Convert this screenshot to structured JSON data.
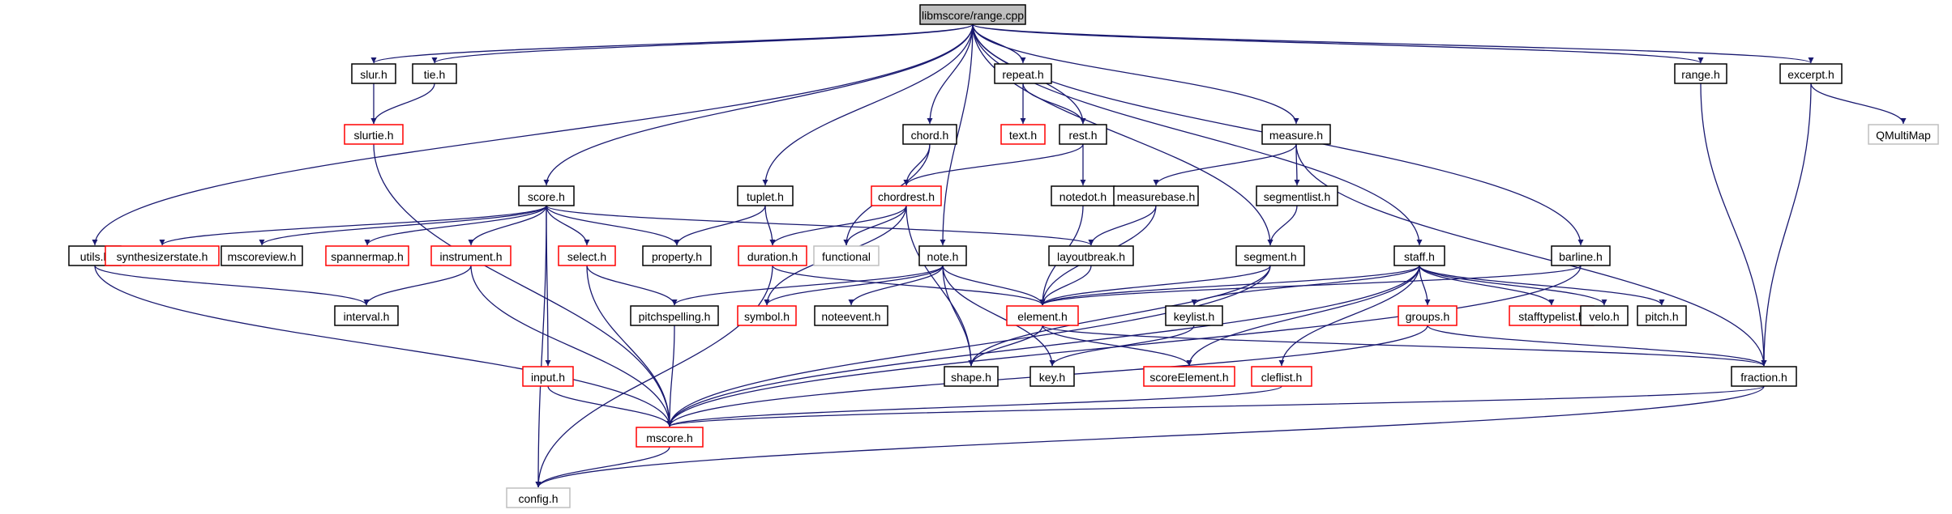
{
  "colors": {
    "edge": "#191970",
    "border_normal": "#000000",
    "border_truncated": "#ff0000",
    "border_external": "#bfbfbf",
    "root_fill": "#bfbfbf",
    "fill": "#ffffff",
    "text": "#000000",
    "text_external": "#000000"
  },
  "nodes": [
    {
      "id": "n_range_cpp",
      "label": "libmscore/range.cpp",
      "kind": "root"
    },
    {
      "id": "n_slur",
      "label": "slur.h",
      "kind": "normal"
    },
    {
      "id": "n_tie",
      "label": "tie.h",
      "kind": "normal"
    },
    {
      "id": "n_slurtie",
      "label": "slurtie.h",
      "kind": "truncated"
    },
    {
      "id": "n_chord",
      "label": "chord.h",
      "kind": "normal"
    },
    {
      "id": "n_repeat",
      "label": "repeat.h",
      "kind": "normal"
    },
    {
      "id": "n_text",
      "label": "text.h",
      "kind": "truncated"
    },
    {
      "id": "n_rest",
      "label": "rest.h",
      "kind": "normal"
    },
    {
      "id": "n_measure",
      "label": "measure.h",
      "kind": "normal"
    },
    {
      "id": "n_range_h",
      "label": "range.h",
      "kind": "normal"
    },
    {
      "id": "n_excerpt",
      "label": "excerpt.h",
      "kind": "normal"
    },
    {
      "id": "n_qmultimap",
      "label": "QMultiMap",
      "kind": "external"
    },
    {
      "id": "n_score",
      "label": "score.h",
      "kind": "normal"
    },
    {
      "id": "n_tuplet",
      "label": "tuplet.h",
      "kind": "normal"
    },
    {
      "id": "n_chordrest",
      "label": "chordrest.h",
      "kind": "truncated"
    },
    {
      "id": "n_notedot",
      "label": "notedot.h",
      "kind": "normal"
    },
    {
      "id": "n_measurebase",
      "label": "measurebase.h",
      "kind": "normal"
    },
    {
      "id": "n_segmentlist",
      "label": "segmentlist.h",
      "kind": "normal"
    },
    {
      "id": "n_utils",
      "label": "utils.h",
      "kind": "normal"
    },
    {
      "id": "n_synth",
      "label": "synthesizerstate.h",
      "kind": "truncated"
    },
    {
      "id": "n_mscoreview",
      "label": "mscoreview.h",
      "kind": "normal"
    },
    {
      "id": "n_spannermap",
      "label": "spannermap.h",
      "kind": "truncated"
    },
    {
      "id": "n_instrument",
      "label": "instrument.h",
      "kind": "truncated"
    },
    {
      "id": "n_select",
      "label": "select.h",
      "kind": "truncated"
    },
    {
      "id": "n_property",
      "label": "property.h",
      "kind": "normal"
    },
    {
      "id": "n_duration",
      "label": "duration.h",
      "kind": "truncated"
    },
    {
      "id": "n_functional",
      "label": "functional",
      "kind": "external"
    },
    {
      "id": "n_note",
      "label": "note.h",
      "kind": "normal"
    },
    {
      "id": "n_layoutbreak",
      "label": "layoutbreak.h",
      "kind": "normal"
    },
    {
      "id": "n_segment",
      "label": "segment.h",
      "kind": "normal"
    },
    {
      "id": "n_staff",
      "label": "staff.h",
      "kind": "normal"
    },
    {
      "id": "n_barline",
      "label": "barline.h",
      "kind": "normal"
    },
    {
      "id": "n_interval",
      "label": "interval.h",
      "kind": "normal"
    },
    {
      "id": "n_pitchspelling",
      "label": "pitchspelling.h",
      "kind": "normal"
    },
    {
      "id": "n_symbol",
      "label": "symbol.h",
      "kind": "truncated"
    },
    {
      "id": "n_noteevent",
      "label": "noteevent.h",
      "kind": "normal"
    },
    {
      "id": "n_element",
      "label": "element.h",
      "kind": "truncated"
    },
    {
      "id": "n_keylist",
      "label": "keylist.h",
      "kind": "normal"
    },
    {
      "id": "n_groups",
      "label": "groups.h",
      "kind": "truncated"
    },
    {
      "id": "n_stafftypelist",
      "label": "stafftypelist.h",
      "kind": "truncated"
    },
    {
      "id": "n_velo",
      "label": "velo.h",
      "kind": "normal"
    },
    {
      "id": "n_pitch",
      "label": "pitch.h",
      "kind": "normal"
    },
    {
      "id": "n_input",
      "label": "input.h",
      "kind": "truncated"
    },
    {
      "id": "n_shape",
      "label": "shape.h",
      "kind": "normal"
    },
    {
      "id": "n_key",
      "label": "key.h",
      "kind": "normal"
    },
    {
      "id": "n_scoreelement",
      "label": "scoreElement.h",
      "kind": "truncated"
    },
    {
      "id": "n_cleflist",
      "label": "cleflist.h",
      "kind": "truncated"
    },
    {
      "id": "n_fraction",
      "label": "fraction.h",
      "kind": "normal"
    },
    {
      "id": "n_mscore",
      "label": "mscore.h",
      "kind": "truncated"
    },
    {
      "id": "n_config",
      "label": "config.h",
      "kind": "external"
    }
  ],
  "edges": [
    [
      "n_range_cpp",
      "n_slur"
    ],
    [
      "n_range_cpp",
      "n_tie"
    ],
    [
      "n_range_cpp",
      "n_chord"
    ],
    [
      "n_range_cpp",
      "n_repeat"
    ],
    [
      "n_range_cpp",
      "n_rest"
    ],
    [
      "n_range_cpp",
      "n_measure"
    ],
    [
      "n_range_cpp",
      "n_range_h"
    ],
    [
      "n_range_cpp",
      "n_excerpt"
    ],
    [
      "n_range_cpp",
      "n_score"
    ],
    [
      "n_range_cpp",
      "n_tuplet"
    ],
    [
      "n_range_cpp",
      "n_note"
    ],
    [
      "n_range_cpp",
      "n_segment"
    ],
    [
      "n_range_cpp",
      "n_staff"
    ],
    [
      "n_range_cpp",
      "n_barline"
    ],
    [
      "n_range_cpp",
      "n_utils"
    ],
    [
      "n_slur",
      "n_slurtie"
    ],
    [
      "n_tie",
      "n_slurtie"
    ],
    [
      "n_slurtie",
      "n_mscore"
    ],
    [
      "n_repeat",
      "n_text"
    ],
    [
      "n_repeat",
      "n_rest"
    ],
    [
      "n_rest",
      "n_chordrest"
    ],
    [
      "n_rest",
      "n_notedot"
    ],
    [
      "n_chord",
      "n_chordrest"
    ],
    [
      "n_chord",
      "n_functional"
    ],
    [
      "n_chordrest",
      "n_duration"
    ],
    [
      "n_chordrest",
      "n_functional"
    ],
    [
      "n_chordrest",
      "n_symbol"
    ],
    [
      "n_chordrest",
      "n_shape"
    ],
    [
      "n_notedot",
      "n_element"
    ],
    [
      "n_measure",
      "n_measurebase"
    ],
    [
      "n_measure",
      "n_segmentlist"
    ],
    [
      "n_measure",
      "n_fraction"
    ],
    [
      "n_measurebase",
      "n_layoutbreak"
    ],
    [
      "n_measurebase",
      "n_element"
    ],
    [
      "n_segmentlist",
      "n_segment"
    ],
    [
      "n_excerpt",
      "n_qmultimap"
    ],
    [
      "n_excerpt",
      "n_fraction"
    ],
    [
      "n_range_h",
      "n_fraction"
    ],
    [
      "n_tuplet",
      "n_property"
    ],
    [
      "n_tuplet",
      "n_duration"
    ],
    [
      "n_score",
      "n_synth"
    ],
    [
      "n_score",
      "n_mscoreview"
    ],
    [
      "n_score",
      "n_spannermap"
    ],
    [
      "n_score",
      "n_instrument"
    ],
    [
      "n_score",
      "n_input"
    ],
    [
      "n_score",
      "n_select"
    ],
    [
      "n_score",
      "n_property"
    ],
    [
      "n_score",
      "n_layoutbreak"
    ],
    [
      "n_score",
      "n_config"
    ],
    [
      "n_utils",
      "n_interval"
    ],
    [
      "n_utils",
      "n_mscore"
    ],
    [
      "n_instrument",
      "n_interval"
    ],
    [
      "n_instrument",
      "n_mscore"
    ],
    [
      "n_select",
      "n_pitchspelling"
    ],
    [
      "n_select",
      "n_mscore"
    ],
    [
      "n_duration",
      "n_element"
    ],
    [
      "n_duration",
      "n_config"
    ],
    [
      "n_input",
      "n_mscore"
    ],
    [
      "n_pitchspelling",
      "n_mscore"
    ],
    [
      "n_note",
      "n_pitchspelling"
    ],
    [
      "n_note",
      "n_symbol"
    ],
    [
      "n_note",
      "n_noteevent"
    ],
    [
      "n_note",
      "n_element"
    ],
    [
      "n_note",
      "n_shape"
    ],
    [
      "n_note",
      "n_key"
    ],
    [
      "n_layoutbreak",
      "n_element"
    ],
    [
      "n_segment",
      "n_element"
    ],
    [
      "n_segment",
      "n_shape"
    ],
    [
      "n_segment",
      "n_mscore"
    ],
    [
      "n_staff",
      "n_element"
    ],
    [
      "n_staff",
      "n_keylist"
    ],
    [
      "n_staff",
      "n_groups"
    ],
    [
      "n_staff",
      "n_stafftypelist"
    ],
    [
      "n_staff",
      "n_velo"
    ],
    [
      "n_staff",
      "n_pitch"
    ],
    [
      "n_staff",
      "n_cleflist"
    ],
    [
      "n_staff",
      "n_scoreelement"
    ],
    [
      "n_staff",
      "n_mscore"
    ],
    [
      "n_barline",
      "n_element"
    ],
    [
      "n_barline",
      "n_mscore"
    ],
    [
      "n_element",
      "n_shape"
    ],
    [
      "n_element",
      "n_scoreelement"
    ],
    [
      "n_element",
      "n_fraction"
    ],
    [
      "n_keylist",
      "n_key"
    ],
    [
      "n_groups",
      "n_fraction"
    ],
    [
      "n_groups",
      "n_mscore"
    ],
    [
      "n_cleflist",
      "n_mscore"
    ],
    [
      "n_fraction",
      "n_mscore"
    ],
    [
      "n_fraction",
      "n_config"
    ],
    [
      "n_mscore",
      "n_config"
    ]
  ]
}
